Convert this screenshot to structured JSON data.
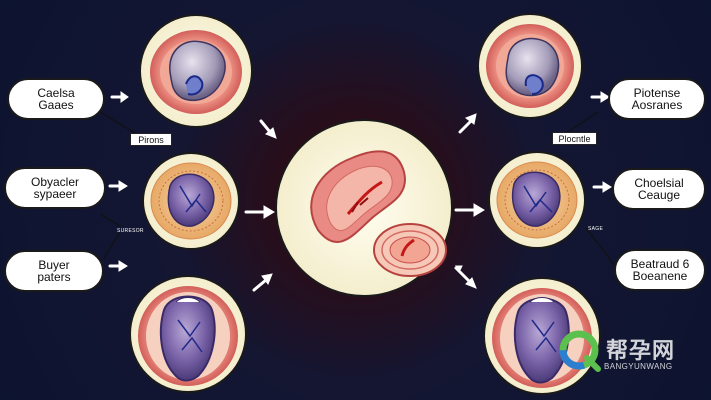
{
  "labels": {
    "left_top": "Caelsa\nGaaes",
    "left_mid": "Obyacler\nsypaeer",
    "left_bottom": "Buyer\npaters",
    "right_top": "Piotense\nAosranes",
    "right_mid": "Choelsial\nCeauge",
    "right_bottom": "Beatraud 6\nBoeanene"
  },
  "tags": {
    "left": "Pirons",
    "right": "Plocntle"
  },
  "tiny_labels": {
    "left": "SURESOR",
    "right": "SAGE"
  },
  "watermark": {
    "cn": "帮孕网",
    "en": "BANGYUNWANG"
  },
  "colors": {
    "background": "#0d1430",
    "center_glow": "#4a1016",
    "circle_fill": "#fdfbe8",
    "tissue_pink": "#e98b84",
    "organ_purple": "#6f5a9e",
    "watermark_green": "#5cc04e",
    "watermark_blue": "#2c7fd0"
  }
}
